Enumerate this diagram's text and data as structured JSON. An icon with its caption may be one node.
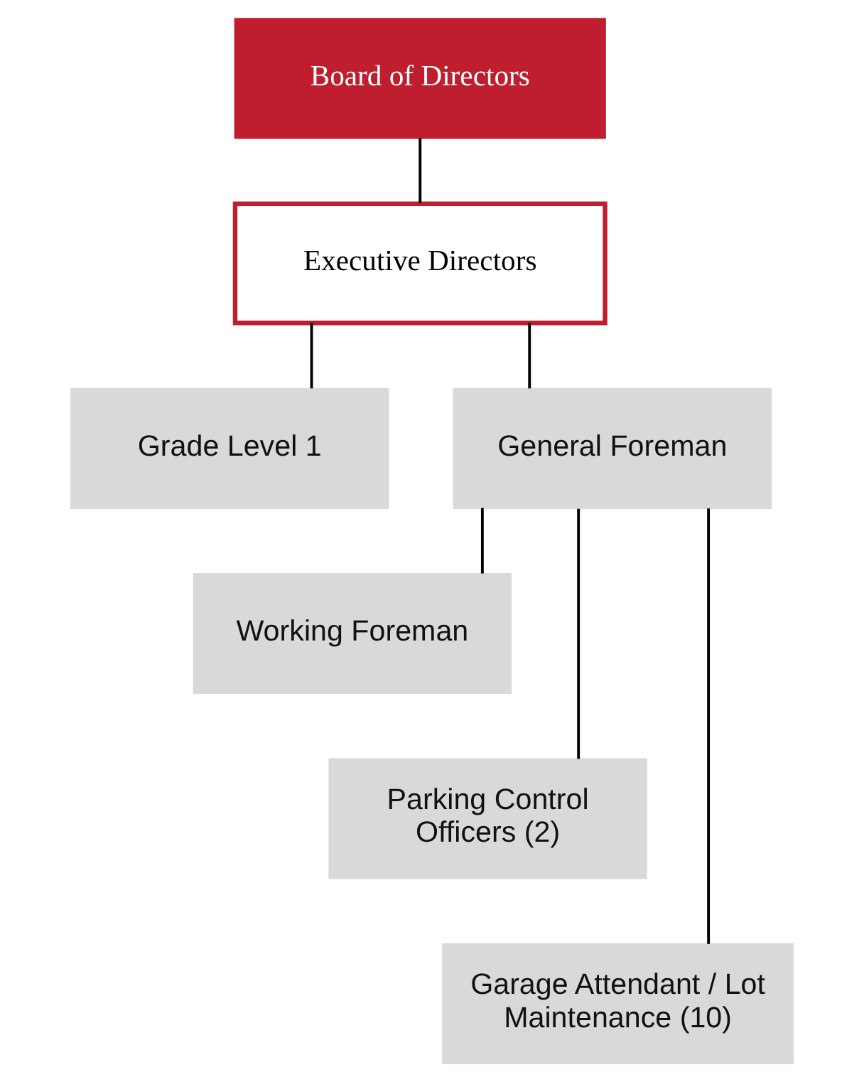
{
  "diagram": {
    "nodes": [
      {
        "text": [
          "Board of Directors"
        ]
      },
      {
        "text": [
          "Executive Directors"
        ]
      },
      {
        "text": [
          "Grade Level 1"
        ]
      },
      {
        "text": [
          "General Foreman"
        ]
      },
      {
        "text": [
          "Working Foreman"
        ]
      },
      {
        "text": [
          "Parking Control Officers (2)"
        ]
      },
      {
        "text": [
          "Garage Attendant / Lot Maintenance (10)"
        ]
      }
    ],
    "edges": [
      {
        "from": 0,
        "to": 1,
        "arrow": "none"
      },
      {
        "from": 1,
        "to": 2,
        "arrow": "none"
      },
      {
        "from": 1,
        "to": 3,
        "arrow": "none"
      },
      {
        "from": 3,
        "to": 4,
        "arrow": "none"
      },
      {
        "from": 3,
        "to": 5,
        "arrow": "none"
      },
      {
        "from": 3,
        "to": 6,
        "arrow": "none"
      }
    ]
  }
}
